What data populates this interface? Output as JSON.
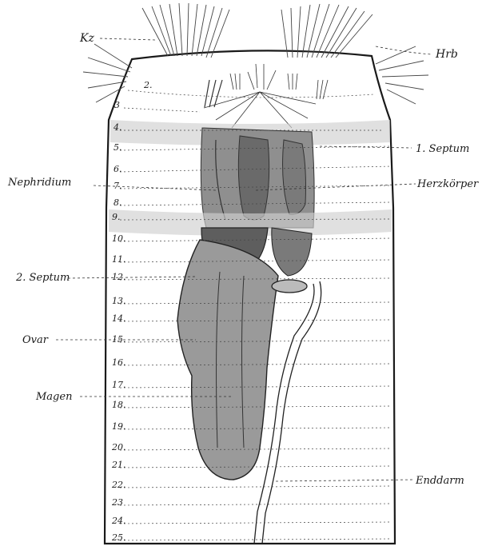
{
  "figure": {
    "labels": {
      "kz": "Kz",
      "hrb": "Hrb",
      "septum1": "1. Septum",
      "nephridium": "Nephridium",
      "herzkoerper": "Herzkörper",
      "septum2": "2. Septum",
      "ovar": "Ovar",
      "magen": "Magen",
      "enddarm": "Enddarm"
    },
    "segments": [
      "2.",
      "3",
      "4.",
      "5.",
      "6.",
      "7.",
      "8.",
      "9.",
      "10.",
      "11.",
      "12.",
      "13.",
      "14.",
      "15.",
      "16.",
      "17.",
      "18.",
      "19.",
      "20.",
      "21.",
      "22.",
      "23",
      "24.",
      "25."
    ],
    "colors": {
      "ink": "#1a1a1a",
      "organ_dark": "#5e5e5e",
      "organ_mid": "#8f8f8f",
      "organ_light": "#b0b0b0",
      "septum": "#c8c8c8"
    }
  }
}
